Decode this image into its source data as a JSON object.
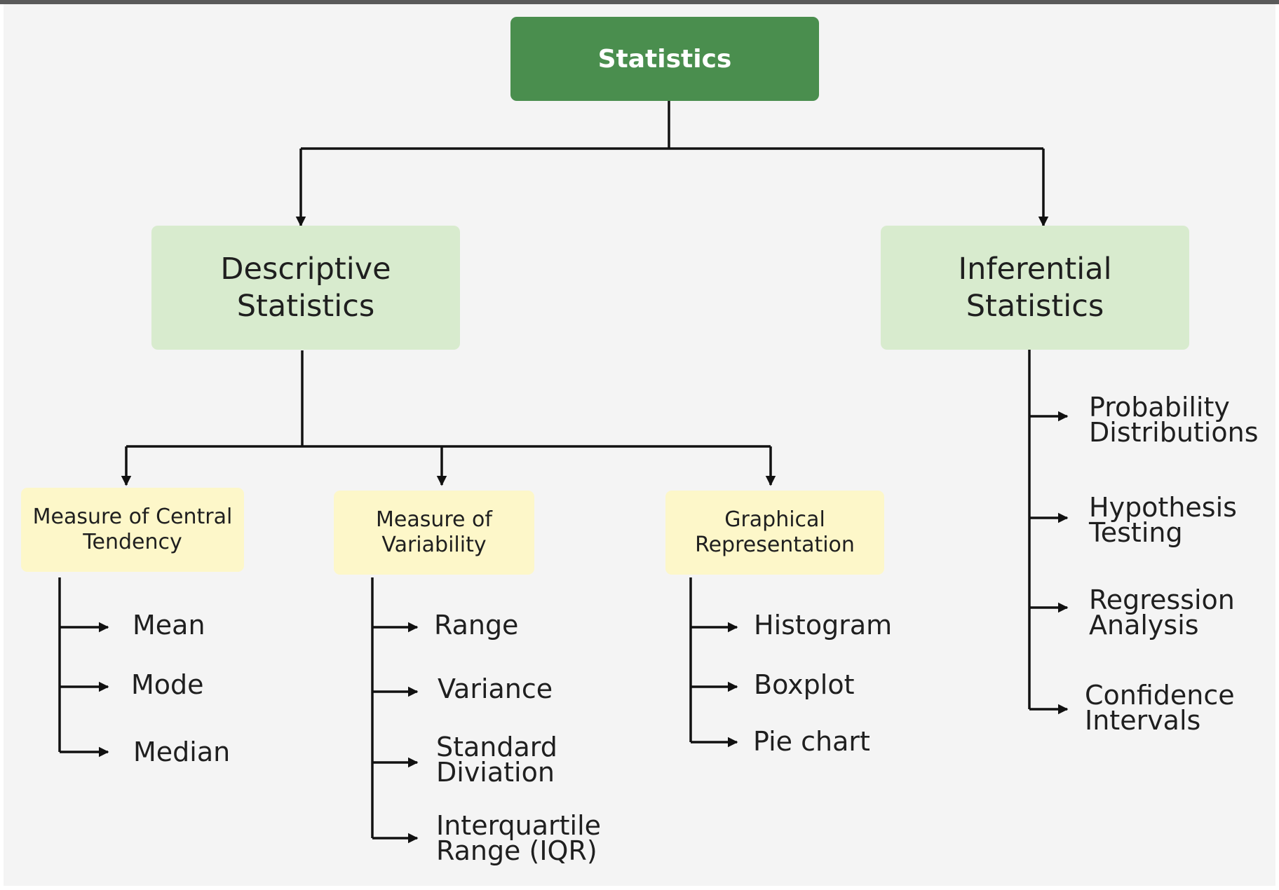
{
  "colors": {
    "root_fill": "#4a8e4e",
    "category_fill": "#d8ebce",
    "subcategory_fill": "#fdf7c9",
    "line": "#111111",
    "background": "#f4f4f4"
  },
  "root": {
    "label": "Statistics"
  },
  "descriptive": {
    "label": "Descriptive Statistics",
    "central": {
      "label": "Measure of Central Tendency",
      "items": [
        "Mean",
        "Mode",
        "Median"
      ]
    },
    "variability": {
      "label": "Measure of Variability",
      "items": [
        "Range",
        "Variance",
        "Standard Diviation",
        "Interquartile Range (IQR)"
      ]
    },
    "graphical": {
      "label": "Graphical Representation",
      "items": [
        "Histogram",
        "Boxplot",
        "Pie chart"
      ]
    }
  },
  "inferential": {
    "label": "Inferential Statistics",
    "items": [
      "Probability Distributions",
      "Hypothesis Testing",
      "Regression Analysis",
      "Confidence Intervals"
    ]
  }
}
